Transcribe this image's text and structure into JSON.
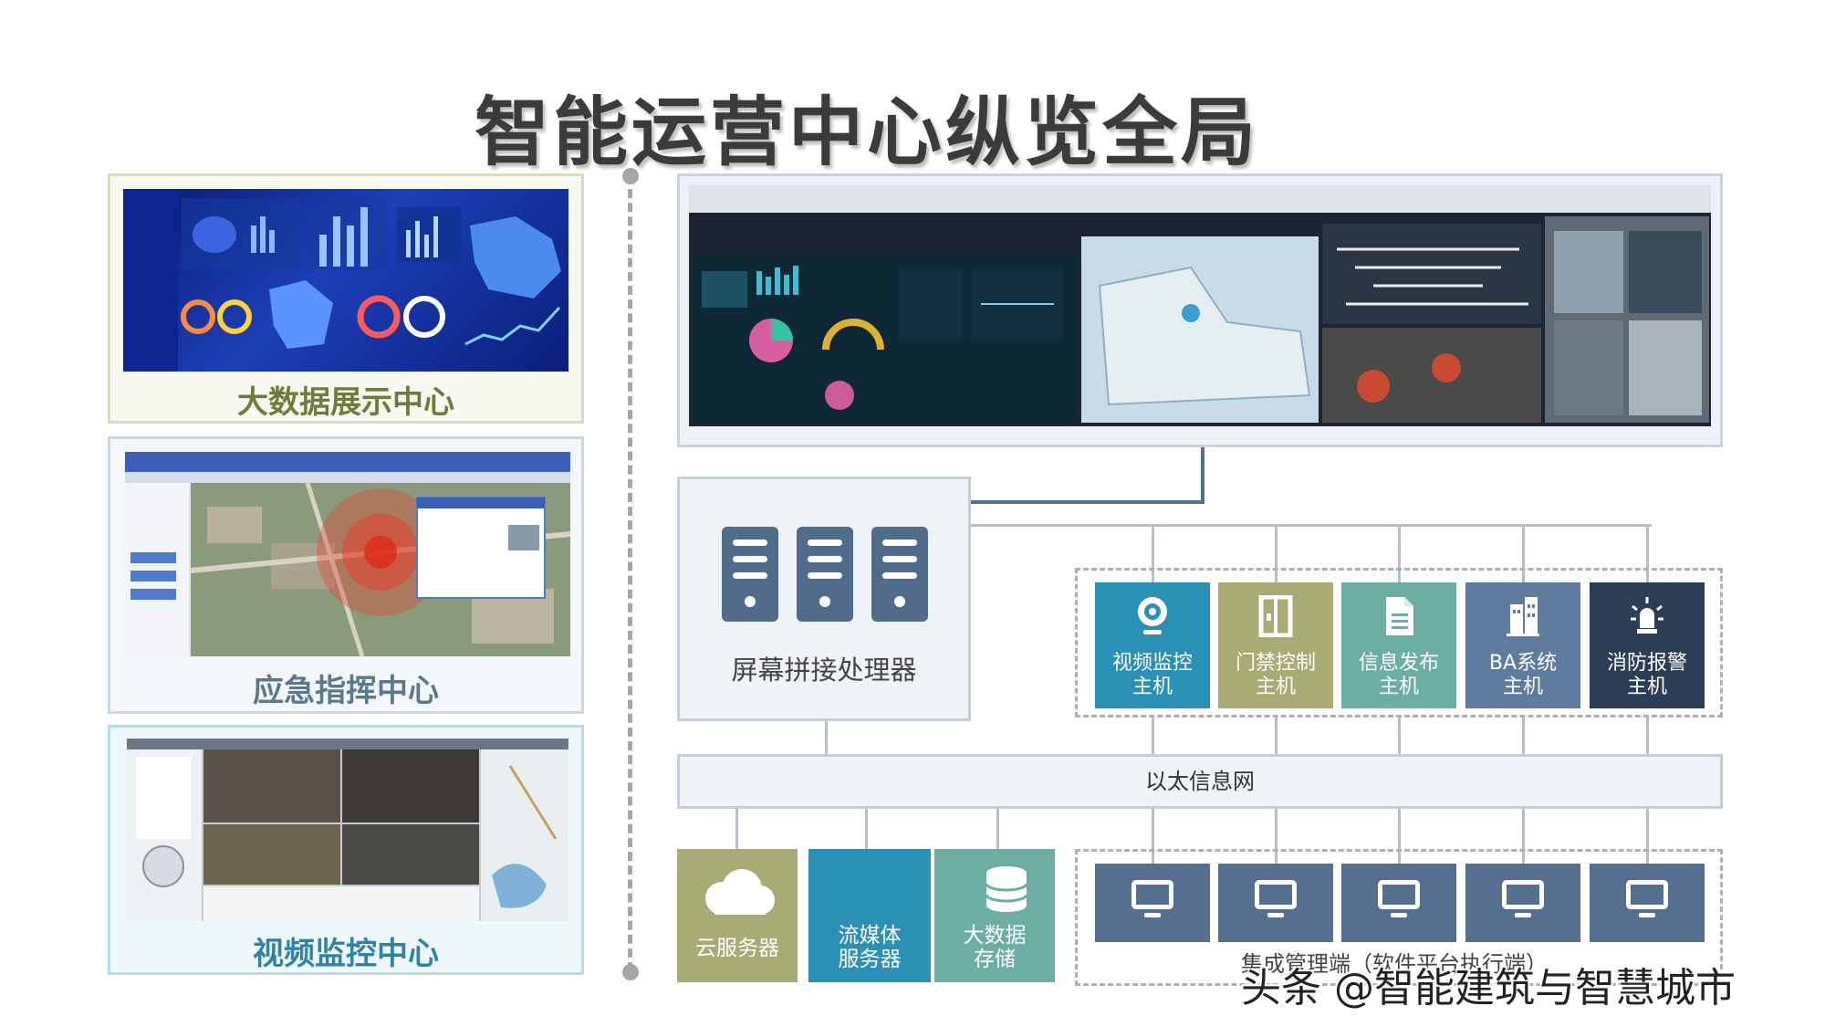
{
  "title": "智能运营中心纵览全局",
  "left_panels": [
    {
      "label": "大数据展示中心",
      "label_color": "#6f7a3c",
      "border_color": "#d9dcc4"
    },
    {
      "label": "应急指挥中心",
      "label_color": "#5a7a8a",
      "border_color": "#c8d8e4"
    },
    {
      "label": "视频监控中心",
      "label_color": "#2f82a8",
      "border_color": "#b8dce8"
    }
  ],
  "processor": {
    "label": "屏幕拼接处理器",
    "icon": "server-icon"
  },
  "hosts": [
    {
      "line1": "视频监控",
      "line2": "主机",
      "color": "#2b90b6",
      "icon": "webcam-icon"
    },
    {
      "line1": "门禁控制",
      "line2": "主机",
      "color": "#a8ab74",
      "icon": "door-icon"
    },
    {
      "line1": "信息发布",
      "line2": "主机",
      "color": "#6daea4",
      "icon": "document-icon"
    },
    {
      "line1": "BA系统",
      "line2": "主机",
      "color": "#5f7b9e",
      "icon": "building-icon"
    },
    {
      "line1": "消防报警",
      "line2": "主机",
      "color": "#2c3e55",
      "icon": "alarm-light-icon"
    }
  ],
  "ethernet_label": "以太信息网",
  "bottom": {
    "cloud": {
      "label": "云服务器",
      "color": "#a8ab74",
      "icon": "cloud-icon"
    },
    "streaming": {
      "line1": "流媒体",
      "line2": "服务器",
      "color": "#2b90b6",
      "icon": "switch-icon"
    },
    "storage": {
      "line1": "大数据",
      "line2": "存储",
      "color": "#6daea4",
      "icon": "database-icon"
    }
  },
  "terminals": {
    "count_icon": "monitor-icon",
    "label": "集成管理端（软件平台执行端）"
  },
  "watermark": "头条 @智能建筑与智慧城市"
}
